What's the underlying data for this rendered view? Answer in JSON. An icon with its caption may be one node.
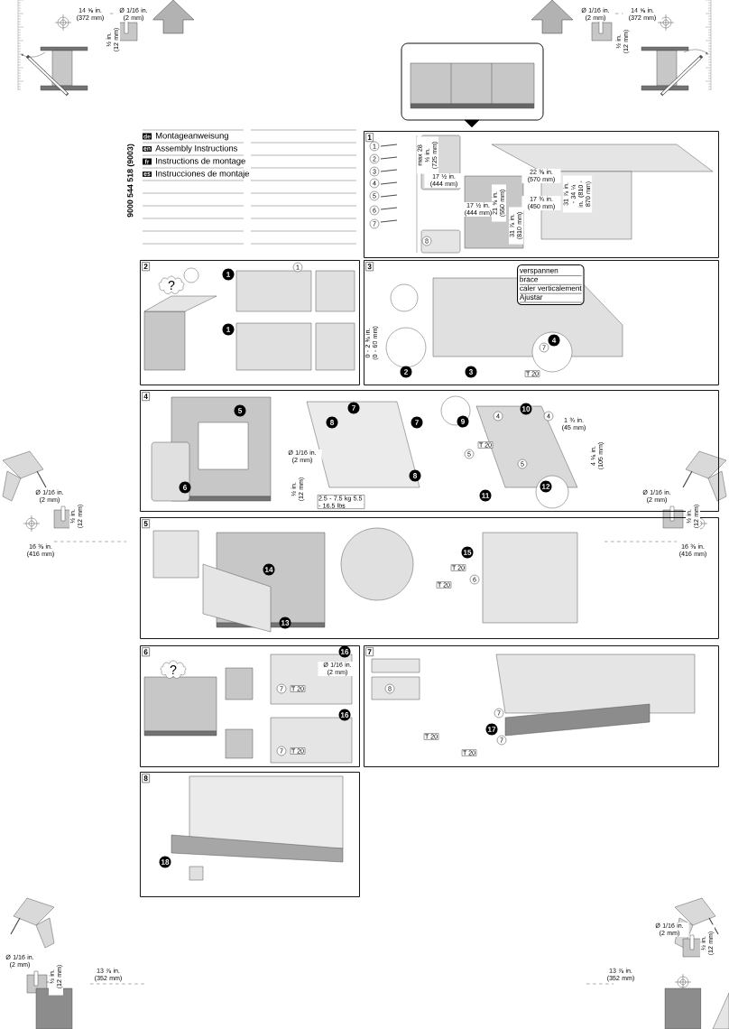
{
  "diagram": {
    "nodes": [
      {
        "text": [
          "1"
        ]
      },
      {
        "text": [
          "2"
        ]
      },
      {
        "text": [
          "3"
        ]
      },
      {
        "text": [
          "4"
        ]
      },
      {
        "text": [
          "5"
        ]
      },
      {
        "text": [
          "6"
        ]
      },
      {
        "text": [
          "7"
        ]
      },
      {
        "text": [
          "8"
        ]
      },
      {
        "text": [
          "verspannen",
          "brace",
          "caler verticalement",
          "Ajustar"
        ],
        "in": 2
      },
      {
        "text": [
          "?"
        ],
        "in": 1
      },
      {
        "text": [
          "?"
        ],
        "in": 5
      }
    ],
    "labels": [
      "9000 544 518 (9003)",
      "de",
      "Montageanweisung",
      "en",
      "Assembly Instructions",
      "fr",
      "Instructions de montage",
      "es",
      "Instrucciones de montaje",
      "14 ⅝ in. (372 mm)",
      "Ø 1/16 in. (2 mm)",
      "½ in. (12 mm)",
      "Ø 1/16 in. (2 mm)",
      "14 ⅝ in. (372 mm)",
      "½ in. (12 mm)",
      "Ø 1/16 in. (2 mm)",
      "½ in. (12 mm)",
      "16 ⅜ in. (416 mm)",
      "Ø 1/16 in. (2 mm)",
      "½ in. (12 mm)",
      "16 ⅜ in. (416 mm)",
      "Ø 1/16 in. (2 mm)",
      "½ in. (12 mm)",
      "13 ⅞ in. (352 mm)",
      "13 ⅞ in. (352 mm)",
      "Ø 1/16 in. (2 mm)",
      "½ in. (12 mm)",
      "1",
      "2",
      "3",
      "4",
      "5",
      "6",
      "7",
      "max 28 ½ in. (725 mm)",
      "17 ½ in. (444 mm)",
      "8",
      "17 ½ in. (444 mm)",
      "21 ⅝ in. (550 mm)",
      "31 ⅞ in. (810 mm)",
      "22 ⅜ in. (570 mm)",
      "17 ¾ in. (450 mm)",
      "31 ⅞ in. - 34 ¼ in. (810 - 870 mm)",
      "1",
      "1",
      "1",
      "0 - 2 ⅜ in. (0 - 60 mm)",
      "2",
      "3",
      "4",
      "7",
      "T 20",
      "5",
      "6",
      "Ø 1/16 in. (2 mm)",
      "½ in. (12 mm)",
      "7",
      "8",
      "7",
      "8",
      "2.5 - 7.5 kg 5.5 - 16.5 lbs",
      "9",
      "4",
      "10",
      "4",
      "1 ¾ in. (45 mm)",
      "4 ⅛ in. (105 mm)",
      "T 20",
      "5",
      "5",
      "11",
      "12",
      "14",
      "13",
      "15",
      "T 20",
      "T 20",
      "6",
      "16",
      "Ø 1/16 in. (2 mm)",
      "7",
      "T 20",
      "16",
      "7",
      "T 20",
      "8",
      "7",
      "17",
      "7",
      "T 20",
      "T 20",
      "18"
    ]
  }
}
